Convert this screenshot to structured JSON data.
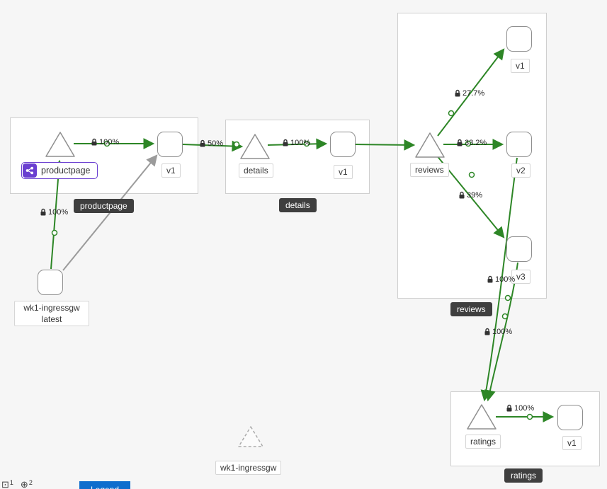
{
  "nodes": {
    "productpage": {
      "service": "productpage",
      "v1": "v1",
      "tag": "productpage"
    },
    "details": {
      "service": "details",
      "v1": "v1",
      "tag": "details"
    },
    "reviews": {
      "service": "reviews",
      "v1": "v1",
      "v2": "v2",
      "v3": "v3",
      "tag": "reviews"
    },
    "ratings": {
      "service": "ratings",
      "v1": "v1",
      "tag": "ratings"
    },
    "ingress": {
      "name": "wk1-ingressgw",
      "version": "latest"
    },
    "idle": {
      "name": "wk1-ingressgw"
    }
  },
  "edges": {
    "ingress_to_productpage": "100%",
    "productpage_to_v1": "100%",
    "productpage_to_details": "50%",
    "details_to_v1": "100%",
    "reviews_to_v1": "27.7%",
    "reviews_to_v2": "33.2%",
    "reviews_to_v3": "39%",
    "reviews_v2_to_ratings": "100%",
    "reviews_v3_to_ratings": "100%",
    "ratings_to_v1": "100%"
  },
  "toolbar": {
    "item1_count": "1",
    "item2_count": "2",
    "item1_glyph": "⊡",
    "item2_glyph": "⊕",
    "legend_label": "Legend"
  },
  "colors": {
    "edge_green": "#2d8626",
    "edge_gray": "#9b9b9b",
    "app_purple": "#6a3fd0",
    "group_tag_bg": "#3f3f3f",
    "button_blue": "#0f6ecd"
  }
}
